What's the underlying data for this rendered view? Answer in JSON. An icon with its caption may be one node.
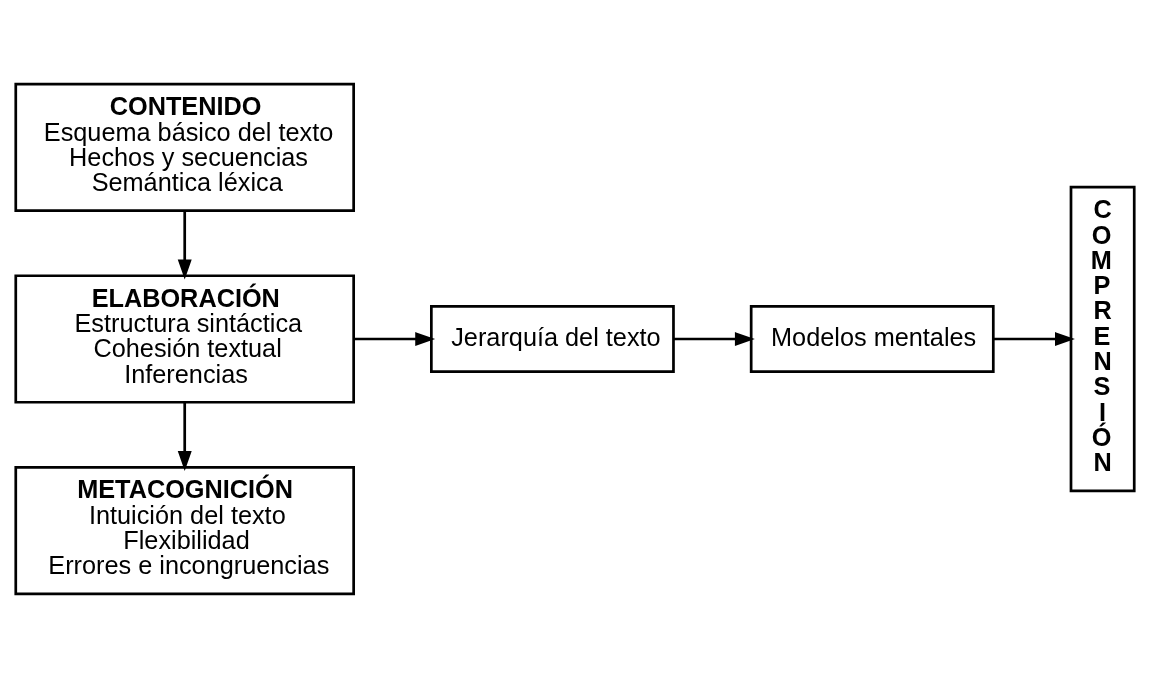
{
  "diagram": {
    "nodes": [
      {
        "text": [
          "CONTENIDO",
          "Esquema básico del texto",
          "Hechos y secuencias",
          "Semántica léxica"
        ]
      },
      {
        "text": [
          "ELABORACIÓN",
          "Estructura sintáctica",
          "Cohesión textual",
          "Inferencias"
        ]
      },
      {
        "text": [
          "METACOGNICIÓN",
          "Intuición del texto",
          "Flexibilidad",
          "Errores e incongruencias"
        ]
      },
      {
        "text": [
          "Jerarquía del texto"
        ]
      },
      {
        "text": [
          "Modelos mentales"
        ]
      },
      {
        "text": [
          "COMPRENSIÓN"
        ]
      }
    ],
    "edges": [
      {
        "from": 0,
        "to": 1,
        "arrow": "to"
      },
      {
        "from": 1,
        "to": 2,
        "arrow": "to"
      },
      {
        "from": 1,
        "to": 3,
        "arrow": "to"
      },
      {
        "from": 3,
        "to": 4,
        "arrow": "to"
      },
      {
        "from": 4,
        "to": 5,
        "arrow": "to"
      }
    ]
  }
}
